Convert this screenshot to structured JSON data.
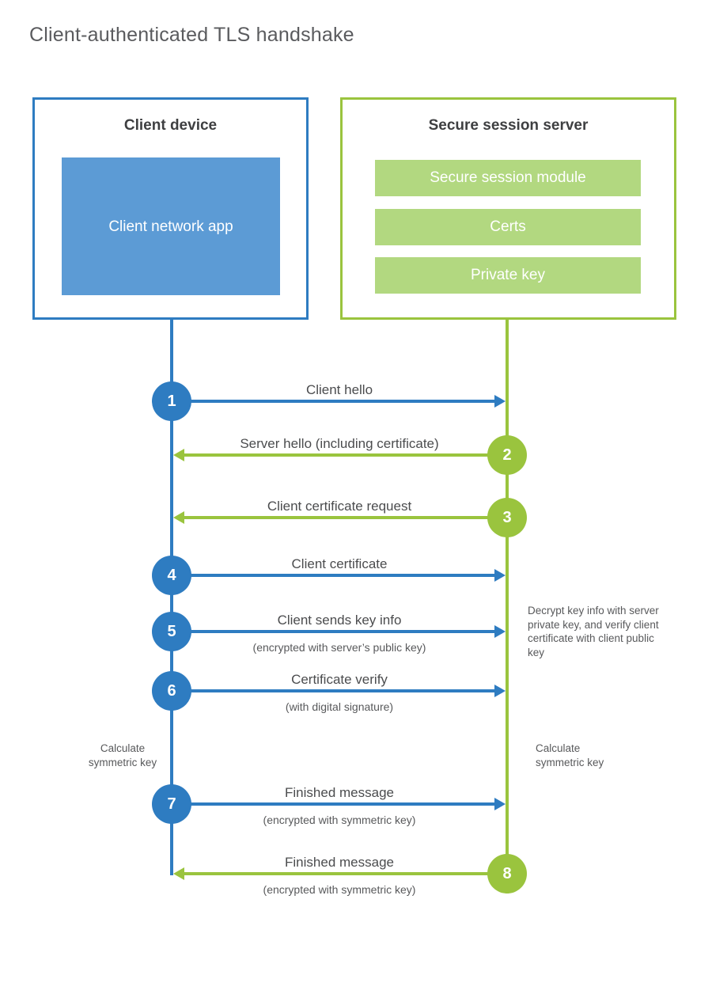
{
  "title": "Client-authenticated TLS handshake",
  "palette": {
    "blue": "#2e7cc1",
    "blue_light": "#5c9bd5",
    "green": "#9ac43e",
    "green_light": "#b2d880"
  },
  "client": {
    "title": "Client device",
    "app": "Client network app"
  },
  "server": {
    "title": "Secure session server",
    "modules": [
      "Secure session module",
      "Certs",
      "Private key"
    ]
  },
  "messages": [
    {
      "num": "1",
      "from": "client",
      "label": "Client hello",
      "sub": ""
    },
    {
      "num": "2",
      "from": "server",
      "label": "Server hello (including certificate)",
      "sub": ""
    },
    {
      "num": "3",
      "from": "server",
      "label": "Client certificate request",
      "sub": ""
    },
    {
      "num": "4",
      "from": "client",
      "label": "Client certificate",
      "sub": ""
    },
    {
      "num": "5",
      "from": "client",
      "label": "Client sends key info",
      "sub": "(encrypted with server’s public key)"
    },
    {
      "num": "6",
      "from": "client",
      "label": "Certificate verify",
      "sub": "(with digital signature)"
    },
    {
      "num": "7",
      "from": "client",
      "label": "Finished message",
      "sub": "(encrypted with symmetric key)"
    },
    {
      "num": "8",
      "from": "server",
      "label": "Finished message",
      "sub": "(encrypted with symmetric key)"
    }
  ],
  "annotations": {
    "decrypt_note": "Decrypt key info with server private key, and verify client certificate with client public key",
    "calculate_left": "Calculate symmetric key",
    "calculate_right": "Calculate symmetric key"
  }
}
